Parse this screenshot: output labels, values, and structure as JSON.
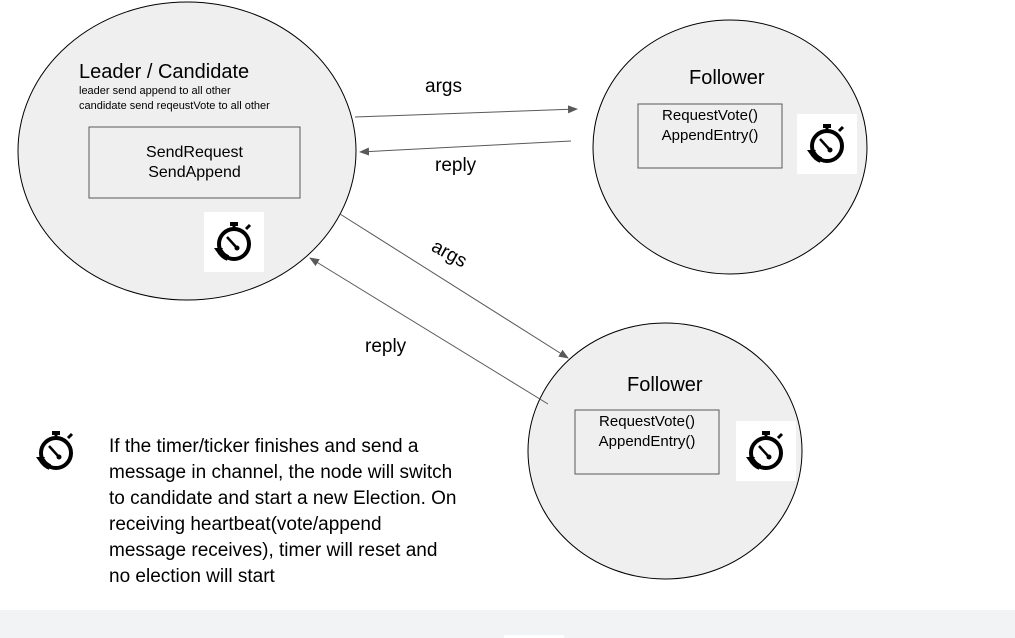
{
  "leader": {
    "title": "Leader / Candidate",
    "note_line1": "leader send append to all other",
    "note_line2": "candidate send reqeustVote to all other",
    "box_line1": "SendRequest",
    "box_line2": "SendAppend",
    "timer_icon": "stopwatch-icon"
  },
  "follower_top": {
    "title": "Follower",
    "box_line1": "RequestVote()",
    "box_line2": "AppendEntry()",
    "timer_icon": "stopwatch-icon"
  },
  "follower_bottom": {
    "title": "Follower",
    "box_line1": "RequestVote()",
    "box_line2": "AppendEntry()",
    "timer_icon": "stopwatch-icon"
  },
  "edges": {
    "top_args": "args",
    "top_reply": "reply",
    "diag_args": "args",
    "diag_reply": "reply"
  },
  "legend": {
    "icon": "stopwatch-icon",
    "text": "If the timer/ticker finishes and send a message in channel, the node will switch to candidate and start a new Election. On receiving heartbeat(vote/append message receives), timer will reset and no election will start"
  },
  "colors": {
    "node_fill": "#efefef",
    "node_stroke": "#000000",
    "box_stroke": "#595959",
    "arrow": "#595959"
  }
}
